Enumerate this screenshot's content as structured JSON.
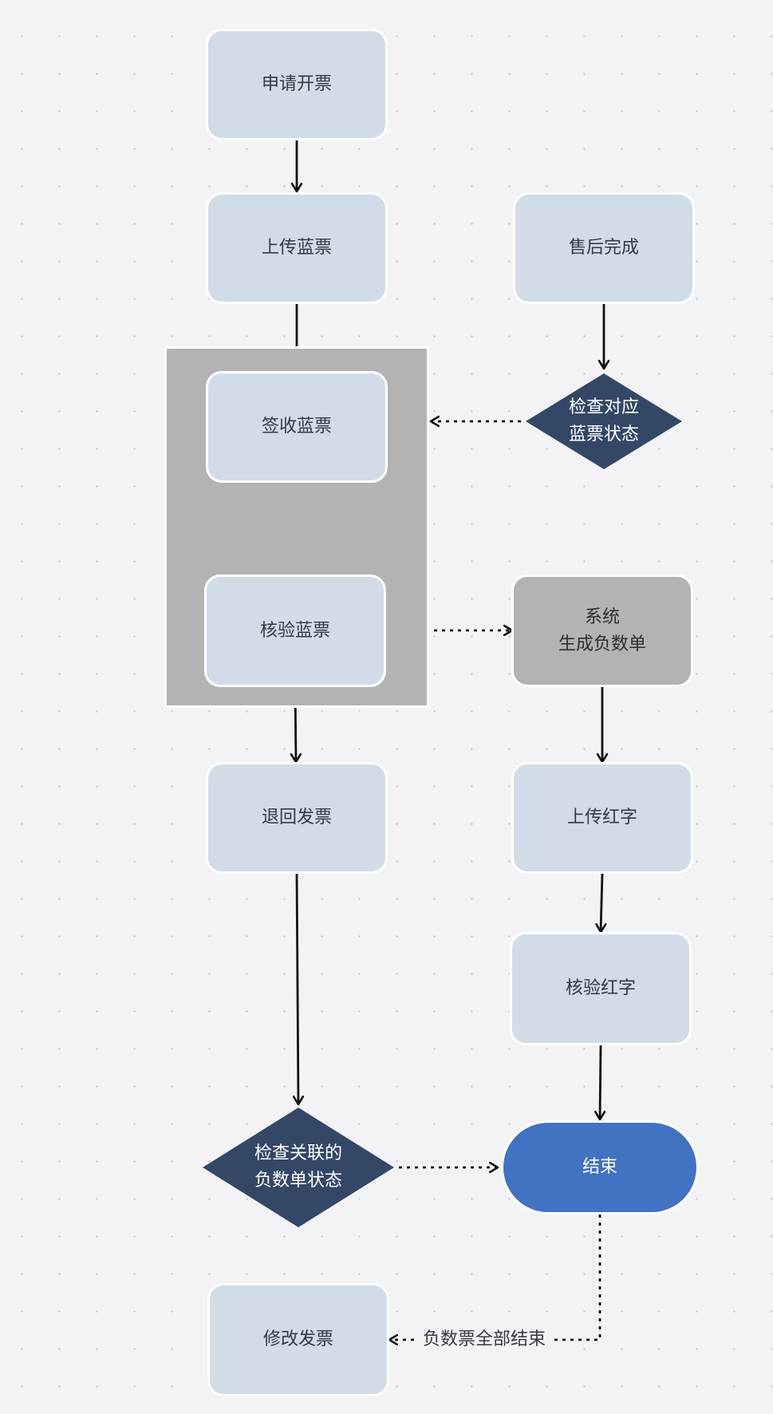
{
  "diagram": {
    "nodes": {
      "apply_invoice": "申请开票",
      "upload_blue": "上传蓝票",
      "after_sales_done": "售后完成",
      "sign_blue": "签收蓝票",
      "check_blue_status": "检查对应\n蓝票状态",
      "verify_blue": "核验蓝票",
      "system_generate": "系统\n生成负数单",
      "return_invoice": "退回发票",
      "upload_red": "上传红字",
      "verify_red": "核验红字",
      "check_negative_status": "检查关联的\n负数单状态",
      "end": "结束",
      "modify_invoice": "修改发票"
    },
    "edge_labels": {
      "end_to_modify": "负数票全部结束"
    }
  },
  "colors": {
    "process_fill": "#d1dce6",
    "group_fill": "#b3b3b3",
    "decision_fill": "#344766",
    "terminal_fill": "#4272c2",
    "edge": "#111111",
    "background": "#f3f3f5"
  }
}
